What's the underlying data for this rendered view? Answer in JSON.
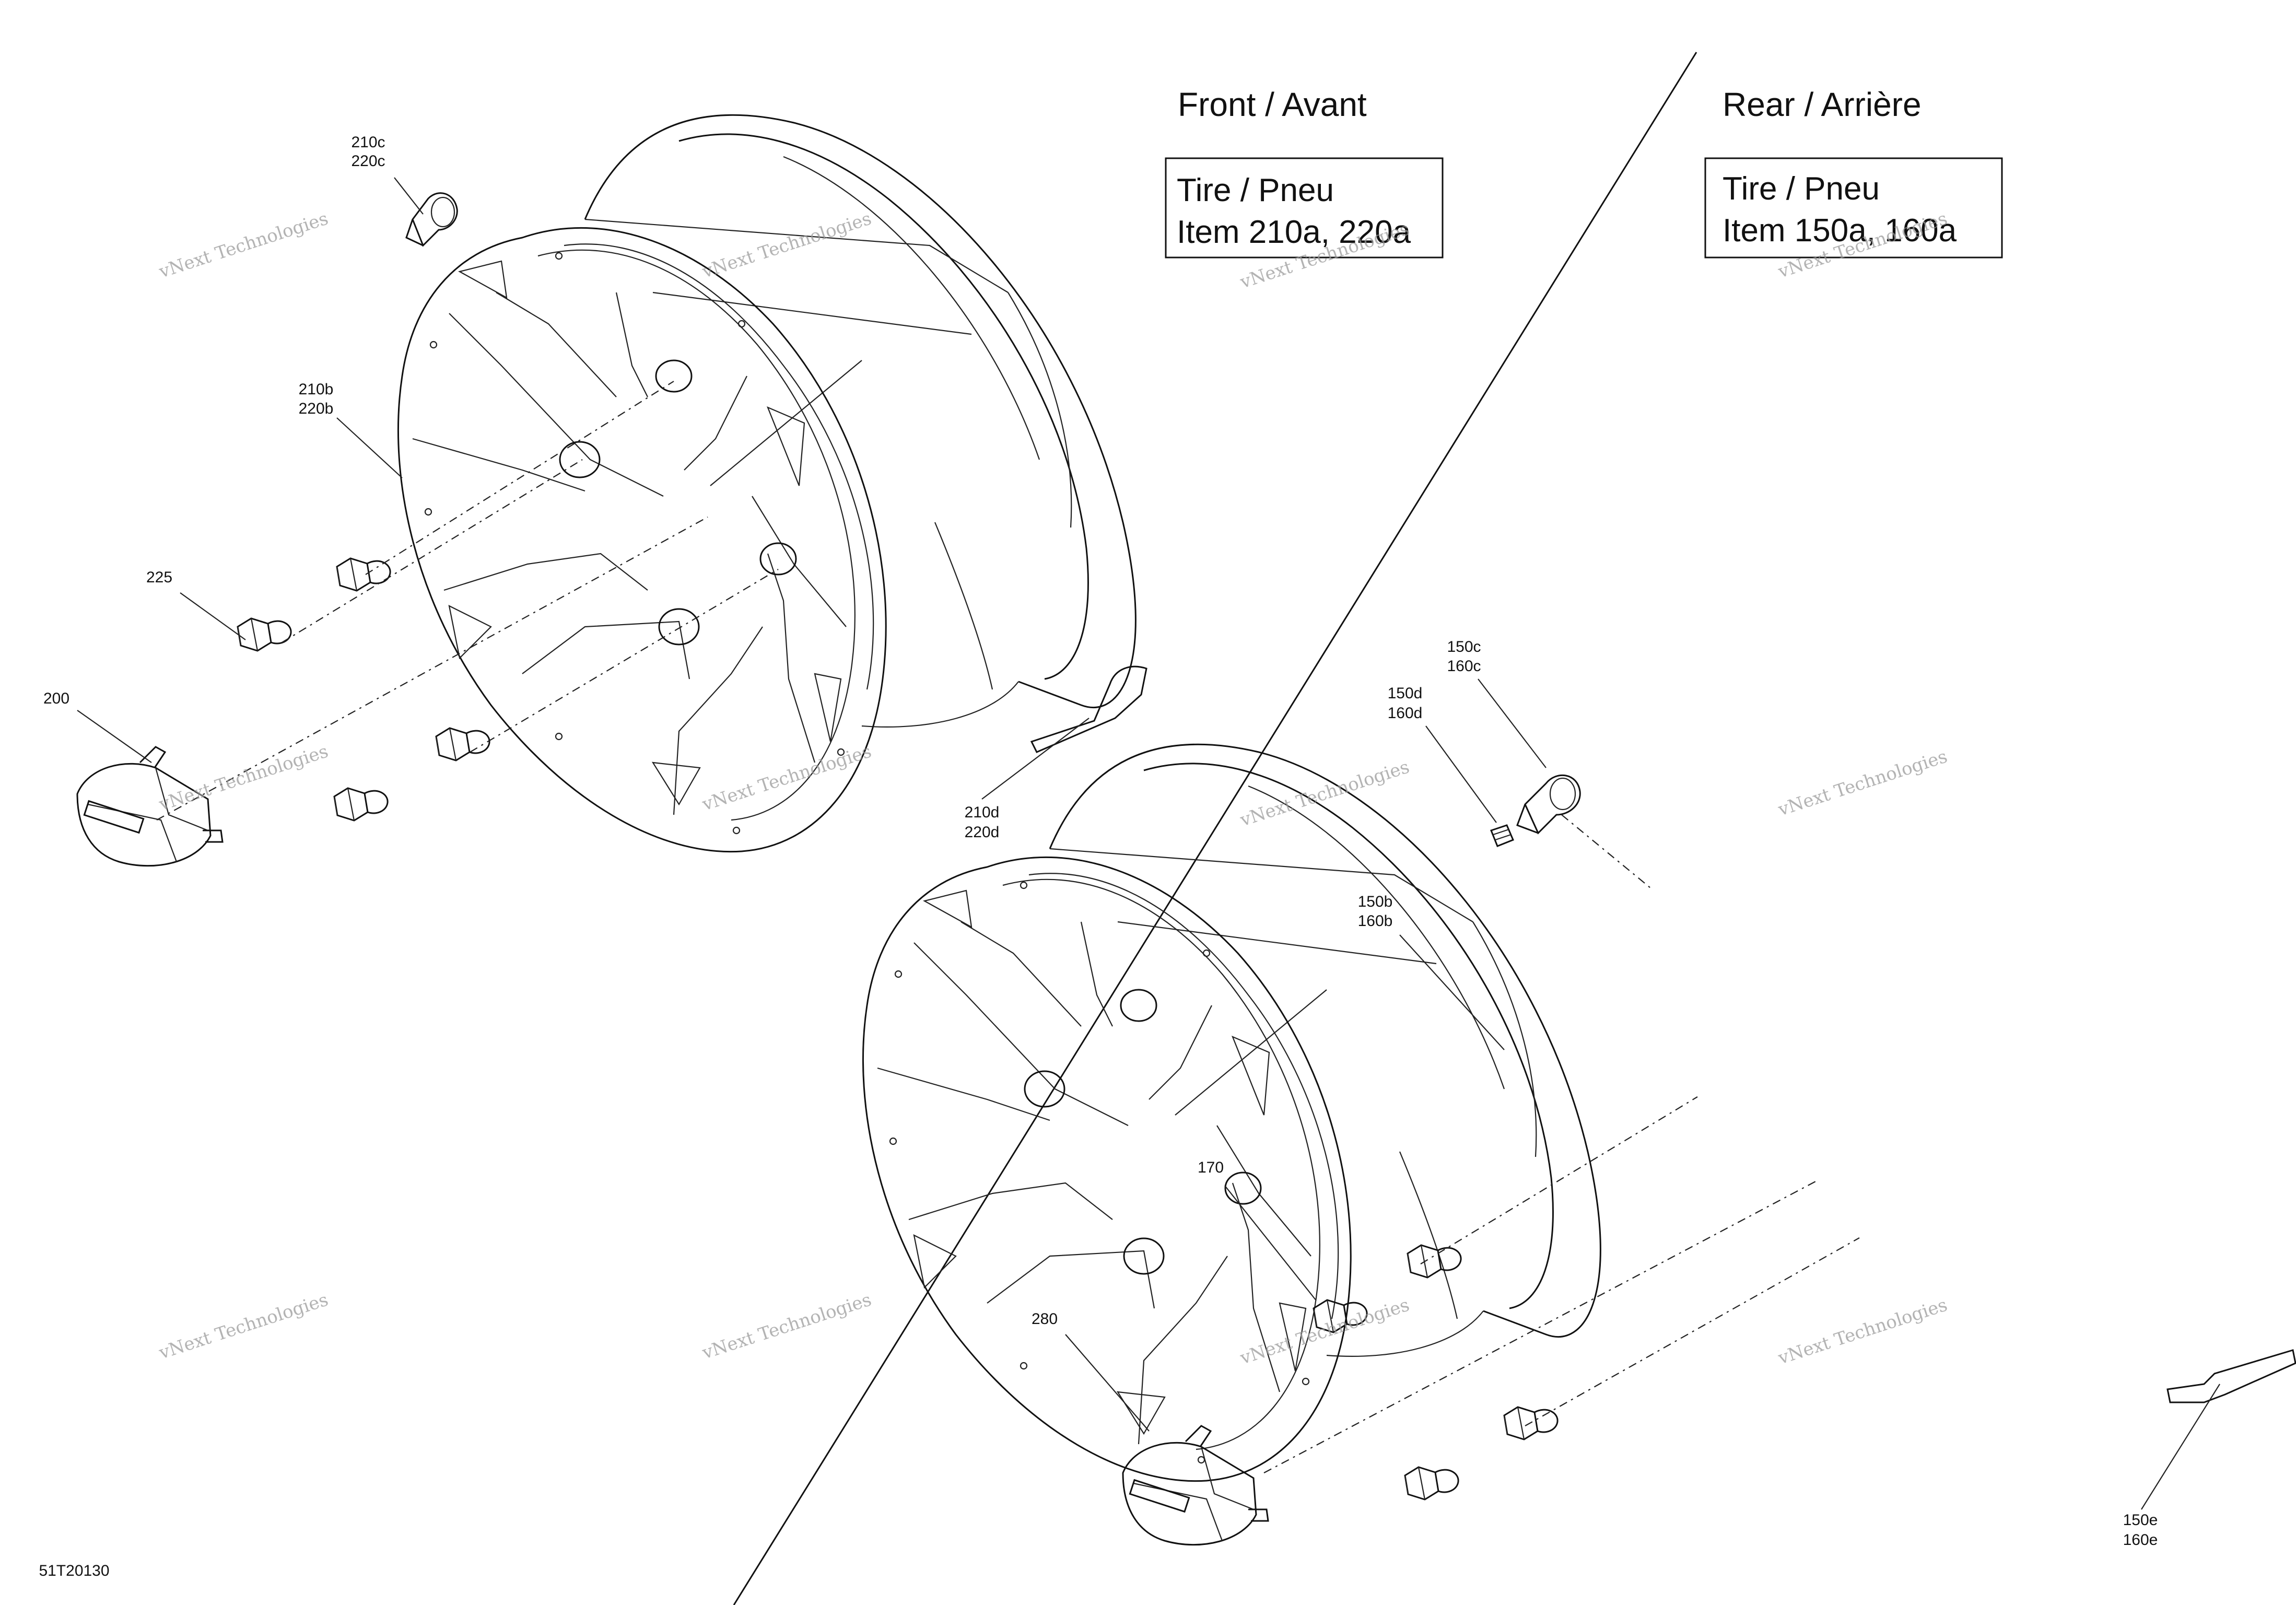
{
  "diagram_id": "51T20130",
  "watermark": "vNext Technologies",
  "sections": {
    "front": {
      "title": "Front / Avant",
      "box_line1": "Tire / Pneu",
      "box_line2": "Item 210a, 220a"
    },
    "rear": {
      "title": "Rear / Arrière",
      "box_line1": "Tire / Pneu",
      "box_line2": "Item 150a, 160a"
    }
  },
  "callouts": {
    "c210c": [
      "210c",
      "220c"
    ],
    "c210b": [
      "210b",
      "220b"
    ],
    "c225": [
      "225"
    ],
    "c200": [
      "200"
    ],
    "c210d": [
      "210d",
      "220d"
    ],
    "c150c": [
      "150c",
      "160c"
    ],
    "c150d": [
      "150d",
      "160d"
    ],
    "c150b": [
      "150b",
      "160b"
    ],
    "c170": [
      "170"
    ],
    "c280": [
      "280"
    ],
    "c150e": [
      "150e",
      "160e"
    ]
  }
}
